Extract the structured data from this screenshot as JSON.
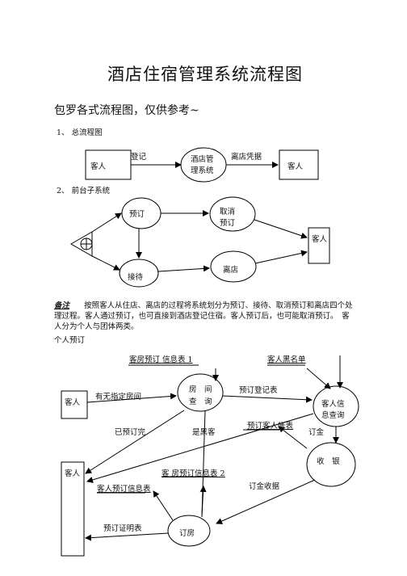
{
  "doc": {
    "title": "酒店住宿管理系统流程图",
    "subtitle": "包罗各式流程图，仅供参考~"
  },
  "section1": {
    "heading": "1、 总流程图",
    "guest_left": "客人",
    "edge_register": "登记",
    "system_line1": "酒店管",
    "system_line2": "理系统",
    "edge_checkout": "离店凭据",
    "guest_right": "客人"
  },
  "section2": {
    "heading": "2、 前台子系统",
    "reserve": "预订",
    "cancel_line1": "取消",
    "cancel_line2": "预订",
    "reception": "接待",
    "leave": "离店",
    "guest": "客人",
    "note_label": "备注",
    "note_text": "按照客人从住店、离店的过程将系统划分为预订、接待、取消预订和离店四个处理过程。客人通过预订，也可直接到酒店登记住宿。客人预订后，也可能取消预订。　客人分为个人与团体两类。",
    "individual_heading": "个人预订"
  },
  "section3": {
    "room_reserve_info_1": "客房预订 信息表 1",
    "guest_blacklist": "客人黑名单",
    "guest_left": "客人",
    "no_room_specified": "有无指定房间",
    "room_query_line1": "房　间",
    "room_query_line2": "查　询",
    "reserve_register": "预订登记表",
    "guest_info_line1": "客人信",
    "guest_info_line2": "息查询",
    "already_reserved": "已预订完",
    "is_blacklisted": "是黑客",
    "reserve_guest_ledger": "预订客人帐表",
    "deposit": "订金",
    "guest_bottom": "客人",
    "cashier": "收　银",
    "room_reserve_info_2": "客  房预订信息表 2",
    "guest_reserve_info": "客人预订信息表",
    "deposit_receipt": "订金收据",
    "reserve_certificate": "预订证明表",
    "book_room": "订房"
  }
}
